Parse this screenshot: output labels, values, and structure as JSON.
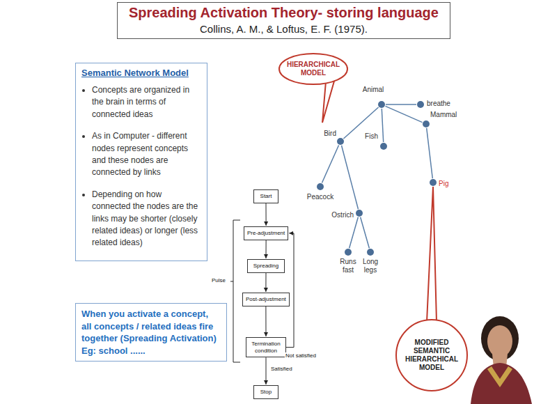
{
  "diagram": {
    "title": "Spreading Activation Theory- storing language",
    "nodes": [
      {
        "text": [
          "Semantic Network Model",
          "Concepts are organized in the brain in terms of connected ideas",
          "As in Computer - different nodes represent concepts and these nodes are connected by links",
          "Depending on how connected the nodes are the links may be shorter (closely related ideas) or longer (less related ideas)"
        ]
      },
      {
        "text": [
          "HIERARCHICAL MODEL"
        ]
      },
      {
        "text": [
          "Animal"
        ]
      },
      {
        "text": [
          "breathe"
        ]
      },
      {
        "text": [
          "Bird"
        ]
      },
      {
        "text": [
          "Fish"
        ]
      },
      {
        "text": [
          "Mammal"
        ]
      },
      {
        "text": [
          "Pig"
        ]
      },
      {
        "text": [
          "Peacock"
        ]
      },
      {
        "text": [
          "Ostrich"
        ]
      },
      {
        "text": [
          "Runs fast"
        ]
      },
      {
        "text": [
          "Long legs"
        ]
      },
      {
        "text": [
          "Start"
        ]
      },
      {
        "text": [
          "Pre-adjustment"
        ]
      },
      {
        "text": [
          "Spreading"
        ]
      },
      {
        "text": [
          "Post-adjustment"
        ]
      },
      {
        "text": [
          "Termination condition"
        ]
      },
      {
        "text": [
          "Stop"
        ]
      },
      {
        "text": [
          "When you activate a concept, all concepts / related ideas fire together (Spreading Activation)",
          "Eg: school ......"
        ]
      },
      {
        "text": [
          "MODIFIED SEMANTIC HIERARCHICAL MODEL"
        ]
      }
    ],
    "edges": [
      {
        "from": 2,
        "to": 4,
        "arrow": "none"
      },
      {
        "from": 2,
        "to": 5,
        "arrow": "none"
      },
      {
        "from": 2,
        "to": 3,
        "arrow": "none"
      },
      {
        "from": 2,
        "to": 6,
        "arrow": "none"
      },
      {
        "from": 6,
        "to": 7,
        "arrow": "none"
      },
      {
        "from": 4,
        "to": 8,
        "arrow": "none"
      },
      {
        "from": 4,
        "to": 9,
        "arrow": "none"
      },
      {
        "from": 9,
        "to": 10,
        "arrow": "none"
      },
      {
        "from": 9,
        "to": 11,
        "arrow": "none"
      },
      {
        "from": 12,
        "to": 13,
        "arrow": "to"
      },
      {
        "from": 13,
        "to": 14,
        "arrow": "to"
      },
      {
        "from": 14,
        "to": 15,
        "arrow": "to"
      },
      {
        "from": 15,
        "to": 16,
        "arrow": "to"
      },
      {
        "from": 16,
        "to": 13,
        "label": "Not satisfied",
        "arrow": "to"
      },
      {
        "from": 16,
        "to": 17,
        "label": "Satisfied",
        "arrow": "to"
      },
      {
        "from": 19,
        "to": 7,
        "arrow": "none"
      }
    ],
    "labels": [
      "Collins, A. M., & Loftus, E. F. (1975).",
      "Pulse"
    ]
  }
}
